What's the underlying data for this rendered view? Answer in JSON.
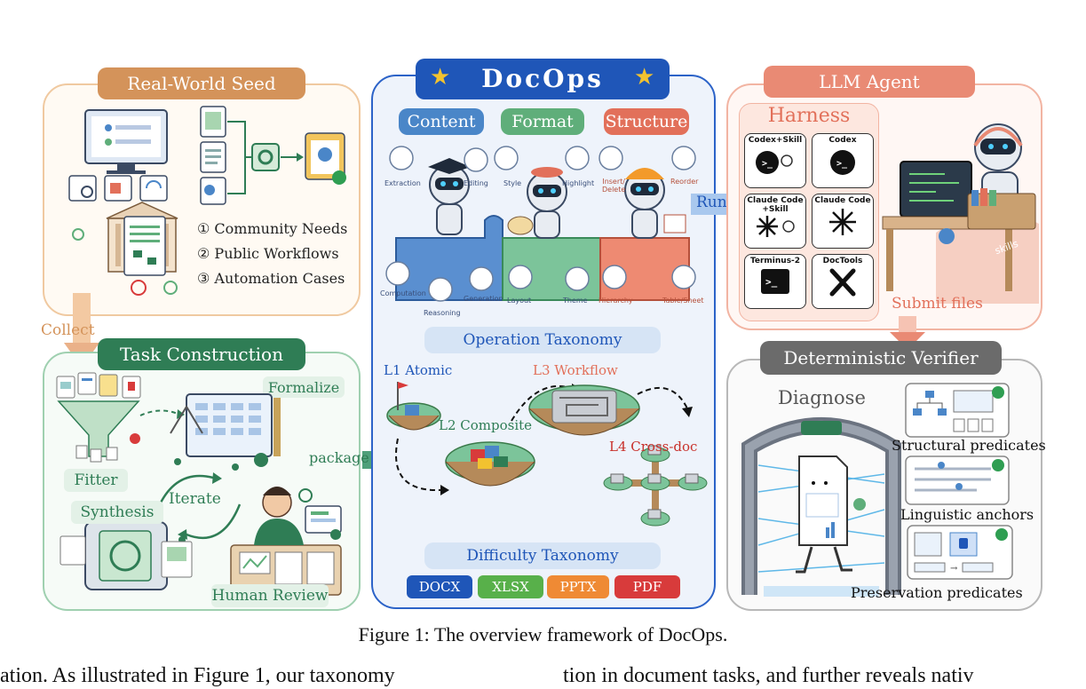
{
  "seed": {
    "title": "Real-World Seed",
    "items": [
      "① Community Needs",
      "② Public Workflows",
      "③ Automation Cases"
    ]
  },
  "collect_label": "Collect",
  "task": {
    "title": "Task Construction",
    "formalize": "Formalize",
    "fitter": "Fitter",
    "synthesis": "Synthesis",
    "iterate": "Iterate",
    "human_review": "Human Review"
  },
  "package_label": "package",
  "docops": {
    "title": "DocOps",
    "categories": [
      "Content",
      "Format",
      "Structure"
    ],
    "content_ops": [
      "Extraction",
      "Editing",
      "Computation",
      "Reasoning",
      "Generation"
    ],
    "format_ops": [
      "Style",
      "Highlight",
      "Layout",
      "Theme"
    ],
    "structure_ops": [
      "Insert/\nDelete",
      "Reorder",
      "Hierarchy",
      "Table/Sheet"
    ],
    "operation_taxonomy": "Operation Taxonomy",
    "levels": [
      "L1 Atomic",
      "L2 Composite",
      "L3 Workflow",
      "L4 Cross-doc"
    ],
    "difficulty_taxonomy": "Difficulty Taxonomy",
    "formats": [
      "DOCX",
      "XLSX",
      "PPTX",
      "PDF"
    ]
  },
  "run_label": "Run",
  "agent": {
    "title": "LLM Agent",
    "harness": "Harness",
    "tools": [
      "Codex+Skill",
      "Codex",
      "Claude Code\n+Skill",
      "Claude Code",
      "Terminus-2",
      "DocTools"
    ],
    "skills_label": "skills"
  },
  "submit_label": "Submit files",
  "verifier": {
    "title": "Deterministic Verifier",
    "diagnose": "Diagnose",
    "predicates": [
      "Structural predicates",
      "Linguistic anchors",
      "Preservation predicates"
    ]
  },
  "caption": "Figure 1: The overview framework of DocOps.",
  "body_left": "ation. As illustrated in Figure 1, our taxonomy",
  "body_right": "tion in document tasks, and further reveals nativ",
  "colors": {
    "seed": "#d4935a",
    "task": "#2f7d55",
    "docops_blue": "#1f56b8",
    "content": "#4a86c8",
    "format": "#5fae7a",
    "structure": "#e2705a",
    "agent": "#e98a74",
    "verifier": "#6b6b6b",
    "docx": "#1f56b8",
    "xlsx": "#58b04a",
    "pptx": "#ef8a34",
    "pdf": "#d83b3b"
  }
}
